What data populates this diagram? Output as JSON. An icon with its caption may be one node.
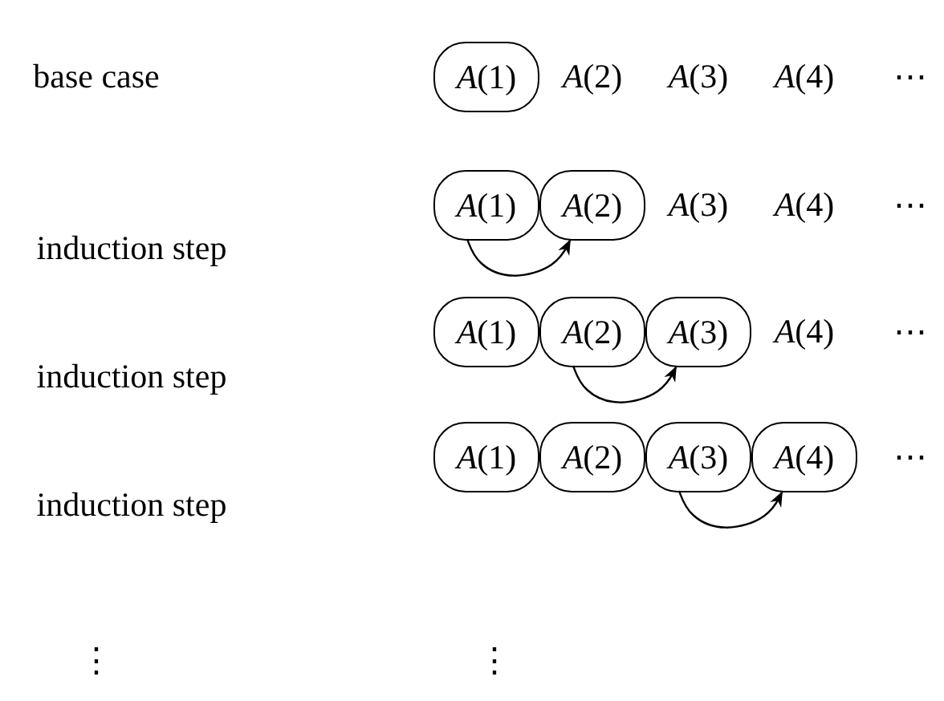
{
  "diagram": {
    "nodes": [
      {
        "text": [
          "*A*(1)"
        ]
      },
      {
        "text": [
          "*A*(1)"
        ]
      },
      {
        "text": [
          "*A*(2)"
        ]
      },
      {
        "text": [
          "*A*(1)"
        ]
      },
      {
        "text": [
          "*A*(2)"
        ]
      },
      {
        "text": [
          "*A*(3)"
        ]
      },
      {
        "text": [
          "*A*(1)"
        ]
      },
      {
        "text": [
          "*A*(2)"
        ]
      },
      {
        "text": [
          "*A*(3)"
        ]
      },
      {
        "text": [
          "*A*(4)"
        ]
      }
    ],
    "edges": [
      {
        "from": 1,
        "to": 2,
        "arrow": "to"
      },
      {
        "from": 4,
        "to": 5,
        "arrow": "to"
      },
      {
        "from": 8,
        "to": 9,
        "arrow": "to"
      }
    ],
    "labels": [
      "base case",
      "*A*(2)",
      "*A*(3)",
      "*A*(4)",
      "⋯",
      "*A*(3)",
      "*A*(4)",
      "⋯",
      "induction step",
      "*A*(4)",
      "⋯",
      "induction step",
      "⋯",
      "induction step",
      "⋮",
      "⋮"
    ]
  }
}
